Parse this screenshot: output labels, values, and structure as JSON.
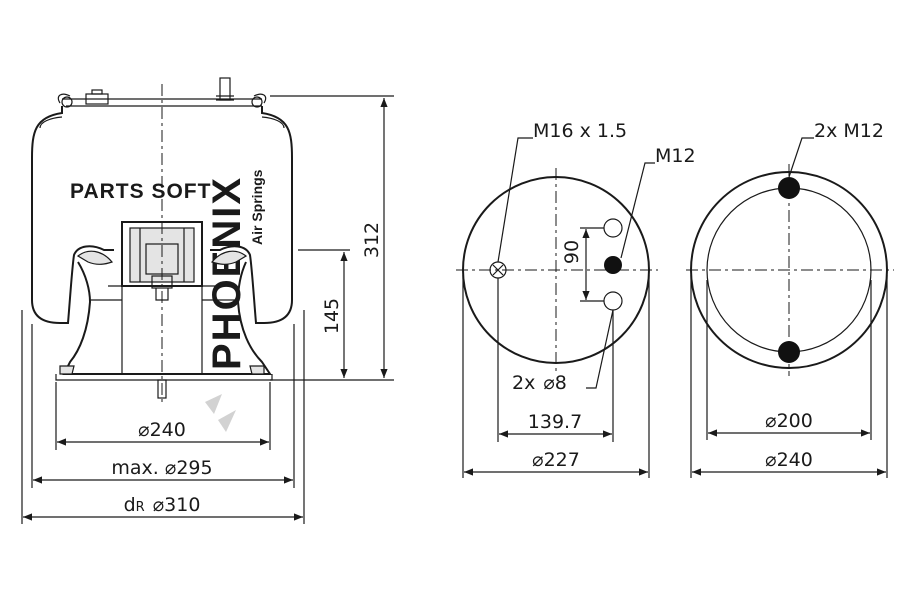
{
  "side_view": {
    "height_total": "312",
    "height_piston": "145",
    "d_piston": "240",
    "d_max": "max. ",
    "d_max_value": "295",
    "d_r_label": "d",
    "d_r_sub": "R",
    "d_r_value": "310"
  },
  "top_view": {
    "thread_center": "M16 x 1.5",
    "thread_side": "M12",
    "spacing": "90",
    "holes_count": "2x",
    "holes_dia": "8",
    "bolt_circle": "139.7",
    "plate_dia": "227"
  },
  "bottom_view": {
    "threads": "2x M12",
    "inner_dia": "200",
    "outer_dia": "240"
  },
  "watermark": {
    "brand": "PHOENIX",
    "tagline": "Air Springs",
    "stamp": "PARTS SOFT"
  },
  "symbols": {
    "diameter": "⌀"
  },
  "colors": {
    "line": "#1a1a1a",
    "fill_grey": "#e4e4e4",
    "watermark": "#c8c8c8"
  }
}
